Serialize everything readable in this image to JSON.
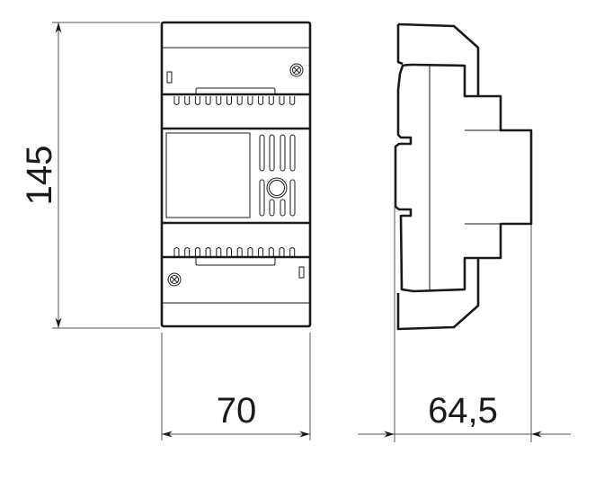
{
  "dimensions": {
    "height": "145",
    "width": "70",
    "depth": "64,5"
  },
  "colors": {
    "line": "#1a1a1a",
    "dimension_line": "#555555",
    "background": "#ffffff"
  }
}
